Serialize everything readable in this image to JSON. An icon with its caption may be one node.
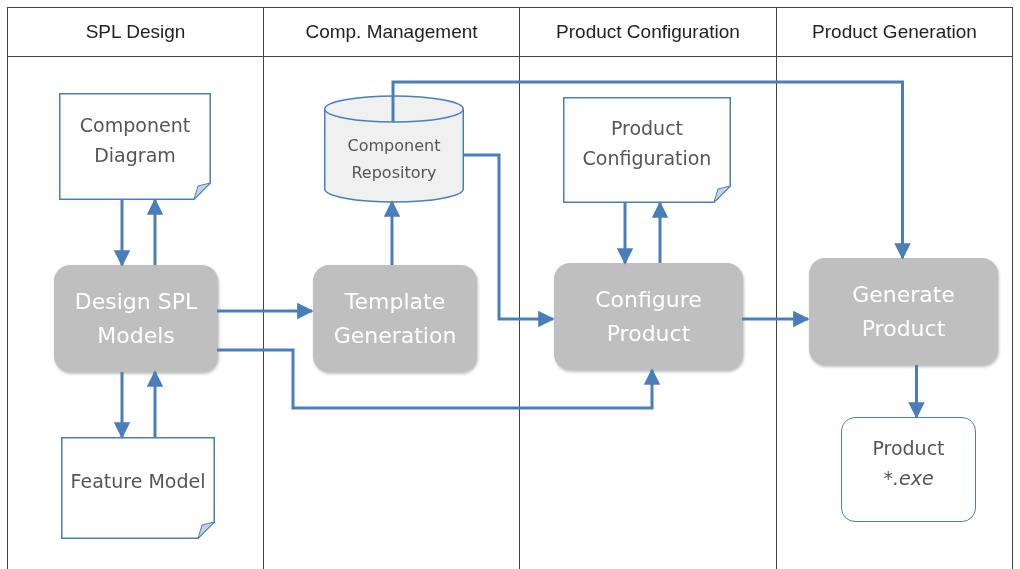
{
  "diagram": {
    "nodes": [
      {
        "text": [
          "SPL Design"
        ]
      },
      {
        "text": [
          "Comp. Management"
        ]
      },
      {
        "text": [
          "Product Configuration"
        ]
      },
      {
        "text": [
          "Product Generation"
        ]
      },
      {
        "text": [
          "Component Diagram"
        ],
        "in": 0
      },
      {
        "text": [
          "Design SPL Models"
        ],
        "in": 0
      },
      {
        "text": [
          "Feature Model"
        ],
        "in": 0
      },
      {
        "text": [
          "Component Repository"
        ],
        "in": 1
      },
      {
        "text": [
          "Template Generation"
        ],
        "in": 1
      },
      {
        "text": [
          "Product Configuration"
        ],
        "in": 2
      },
      {
        "text": [
          "Configure Product"
        ],
        "in": 2
      },
      {
        "text": [
          "Generate Product"
        ],
        "in": 3
      },
      {
        "text": [
          "Product",
          "*.exe"
        ],
        "in": 3
      }
    ],
    "edges": [
      {
        "from": 4,
        "to": 5,
        "arrow": "to"
      },
      {
        "from": 5,
        "to": 4,
        "arrow": "to"
      },
      {
        "from": 5,
        "to": 6,
        "arrow": "to"
      },
      {
        "from": 6,
        "to": 5,
        "arrow": "to"
      },
      {
        "from": 5,
        "to": 8,
        "arrow": "to"
      },
      {
        "from": 8,
        "to": 7,
        "arrow": "to"
      },
      {
        "from": 7,
        "to": 11,
        "arrow": "to"
      },
      {
        "from": 7,
        "to": 10,
        "arrow": "to"
      },
      {
        "from": 5,
        "to": 10,
        "arrow": "to"
      },
      {
        "from": 9,
        "to": 10,
        "arrow": "to"
      },
      {
        "from": 10,
        "to": 9,
        "arrow": "to"
      },
      {
        "from": 10,
        "to": 11,
        "arrow": "to"
      },
      {
        "from": 11,
        "to": 12,
        "arrow": "to"
      }
    ]
  }
}
